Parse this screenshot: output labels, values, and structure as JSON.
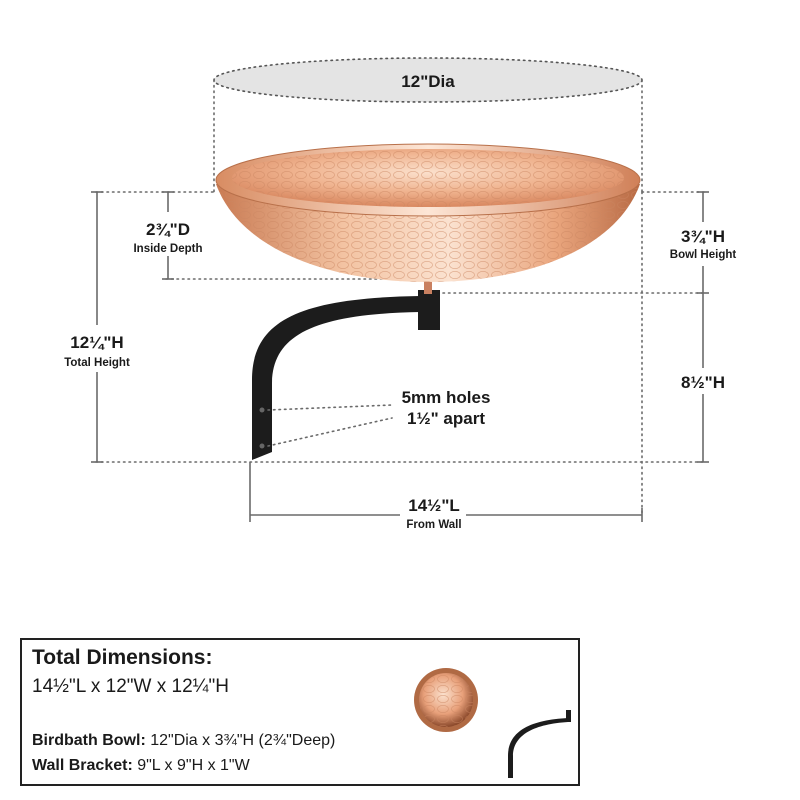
{
  "dimensions": {
    "diameter": "12\"Dia",
    "inside_depth": "2¾\"D",
    "inside_depth_label": "Inside Depth",
    "bowl_height": "3¾\"H",
    "bowl_height_label": "Bowl Height",
    "total_height": "12¼\"H",
    "total_height_label": "Total Height",
    "bracket_height": "8½\"H",
    "holes_line1": "5mm holes",
    "holes_line2": "1½\" apart",
    "length": "14½\"L",
    "length_label": "From Wall"
  },
  "summary": {
    "title": "Total Dimensions:",
    "total": "14½\"L x 12\"W x 12¼\"H",
    "bowl_label": "Birdbath Bowl:",
    "bowl_value": " 12\"Dia x 3¾\"H (2¾\"Deep)",
    "bracket_label": "Wall Bracket:",
    "bracket_value": " 9\"L x 9\"H x 1\"W"
  },
  "colors": {
    "copper_light": "#f6c9a8",
    "copper_mid": "#e39a72",
    "copper_dark": "#b86a44",
    "bracket": "#1c1c1c",
    "dimension_line": "#6a6a6a"
  }
}
